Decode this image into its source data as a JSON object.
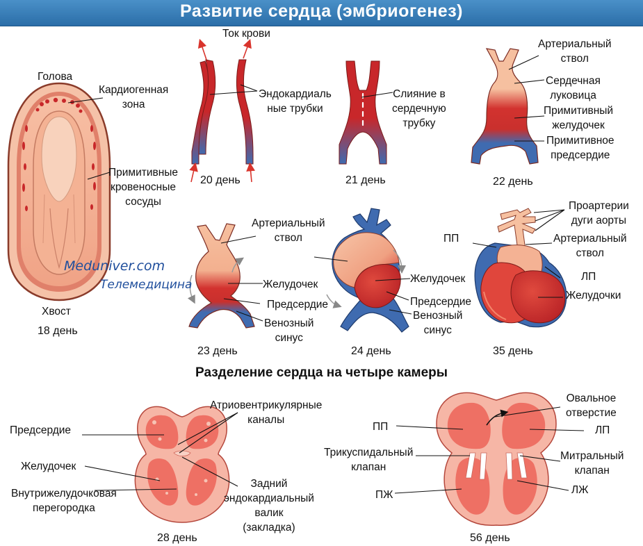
{
  "title": "Развитие сердца (эмбриогенез)",
  "subtitle": "Разделение сердца на четыре камеры",
  "watermark": {
    "site": "Meduniver.com",
    "tagline": "Телемедицина"
  },
  "colors": {
    "title_bar": "#3a80be",
    "red": "#c8272a",
    "blue": "#3f6bb0",
    "skin": "#f4b497",
    "pink": "#f08a80"
  },
  "stage18": {
    "head": "Голова",
    "cardio": "Кардиогенная\nзона",
    "vessels": "Примитивные\nкровеносные\nсосуды",
    "tail": "Хвост",
    "day": "18 день"
  },
  "stage20": {
    "flow": "Ток крови",
    "tubes": "Эндокардиаль\nные трубки",
    "day": "20 день"
  },
  "stage21": {
    "fusion": "Слияние в\nсердечную\nтрубку",
    "day": "21 день"
  },
  "stage22": {
    "trunk": "Артериальный\nствол",
    "bulb": "Сердечная\nлуковица",
    "ventricle": "Примитивный\nжелудочек",
    "atrium": "Примитивное\nпредсердие",
    "day": "22 день"
  },
  "stage23": {
    "trunk": "Артериальный\nствол",
    "ventricle": "Желудочек",
    "atrium": "Предсердие",
    "sinus": "Венозный\nсинус",
    "day": "23 день"
  },
  "stage24": {
    "ventricle": "Желудочек",
    "atrium": "Предсердие",
    "sinus": "Венозный\nсинус",
    "day": "24 день"
  },
  "stage35": {
    "arches": "Проартерии\nдуги аорты",
    "ra": "ПП",
    "trunk": "Артериальный\nствол",
    "la": "ЛП",
    "ventricles": "Желудочки",
    "day": "35 день"
  },
  "stage28": {
    "av": "Атриовентрикулярные\nканалы",
    "atrium": "Предсердие",
    "ventricle": "Желудочек",
    "septum": "Внутрижелудочковая\nперегородка",
    "cushion": "Задний\nэндокардиальный\nвалик\n(закладка)",
    "day": "28 день"
  },
  "stage56": {
    "foramen": "Овальное\nотверстие",
    "ra": "ПП",
    "la": "ЛП",
    "tricuspid": "Трикуспидальный\nклапан",
    "mitral": "Митральный\nклапан",
    "rv": "ПЖ",
    "lv": "ЛЖ",
    "day": "56 день"
  }
}
